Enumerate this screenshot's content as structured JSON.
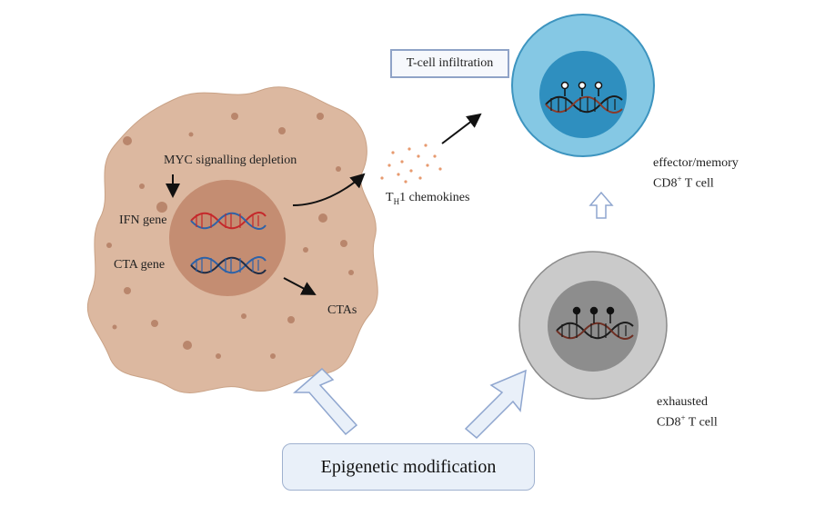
{
  "tumor_cell": {
    "myc_label": "MYC signalling depletion",
    "ifn_label": "IFN gene",
    "cta_gene_label": "CTA gene",
    "ctas_label": "CTAs"
  },
  "chemokines": {
    "prefix": "T",
    "sub": "H",
    "suffix": "1 chemokines"
  },
  "infiltration_label": "T-cell infiltration",
  "effector_cell": {
    "line1": "effector/memory",
    "line2_pre": "CD8",
    "line2_sup": "+",
    "line2_post": " T cell"
  },
  "exhausted_cell": {
    "line1": "exhausted",
    "line2_pre": "CD8",
    "line2_sup": "+",
    "line2_post": " T cell"
  },
  "epigenetic_label": "Epigenetic modification",
  "colors": {
    "tumor_fill": "#dcb8a0",
    "tumor_nucleus": "#c48d72",
    "effector_outer": "#85c8e4",
    "effector_inner": "#2f8fbf",
    "exhausted_outer": "#cacaca",
    "exhausted_inner": "#8d8d8d",
    "dna_red": "#c5282b",
    "dna_blue": "#2d62a8"
  }
}
